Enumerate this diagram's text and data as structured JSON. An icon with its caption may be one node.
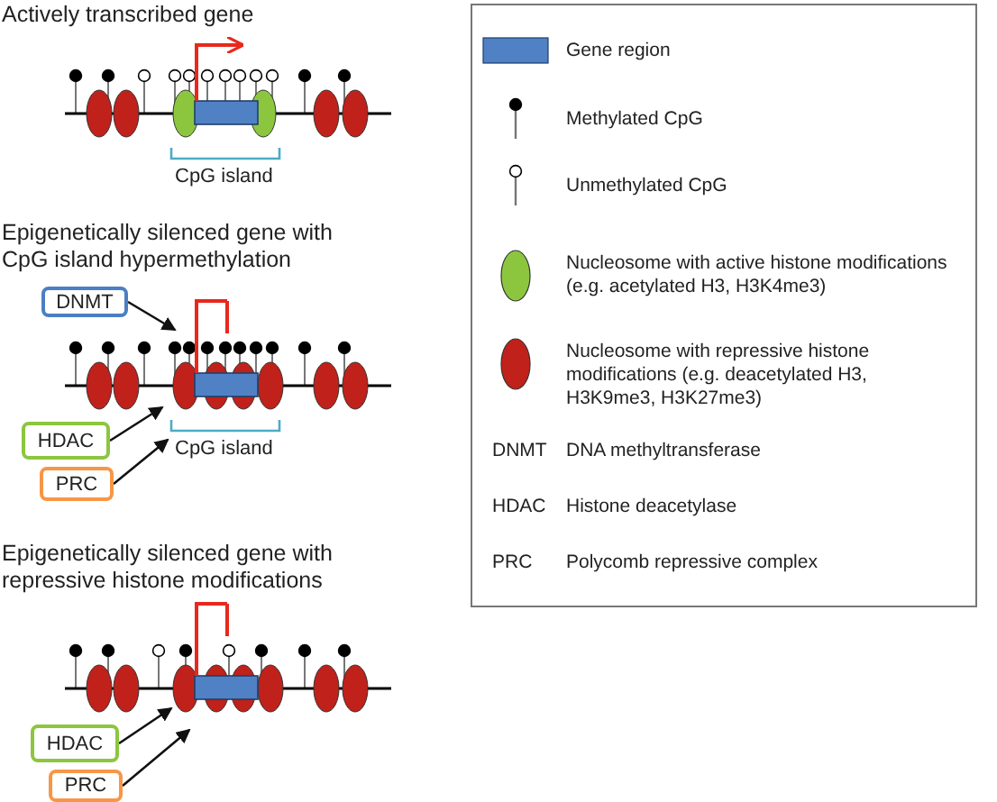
{
  "diagram": {
    "nodes": [
      {
        "text": [
          "DNMT"
        ]
      },
      {
        "text": [],
        "shape": "picture"
      },
      {
        "text": [
          "HDAC"
        ]
      },
      {
        "text": [
          "PRC"
        ]
      },
      {
        "text": [],
        "shape": "picture"
      },
      {
        "text": [
          "HDAC"
        ]
      },
      {
        "text": [
          "PRC"
        ]
      }
    ],
    "edges": [
      {
        "from": 0,
        "to": 1,
        "arrow": "to"
      },
      {
        "from": 2,
        "to": 1,
        "arrow": "to"
      },
      {
        "from": 3,
        "to": 1,
        "arrow": "to"
      },
      {
        "from": 5,
        "to": 4,
        "arrow": "to"
      },
      {
        "from": 6,
        "to": 4,
        "arrow": "to"
      }
    ],
    "labels": [
      "Actively transcribed gene",
      "CpG island",
      "Epigenetically silenced gene with CpG island hypermethylation",
      "CpG island",
      "Epigenetically silenced gene with repressive histone modifications",
      "DNMT",
      "DNA methyltransferase",
      "HDAC",
      "Histone deacetylase",
      "PRC",
      "Polycomb repressive complex"
    ],
    "legend": [
      {
        "text": "Gene region",
        "color": "#4f81c4"
      },
      {
        "text": "Methylated CpG"
      },
      {
        "text": "Unmethylated CpG"
      },
      {
        "text": "Nucleosome with active histone modifications (e.g. acetylated H3, H3K4me3)",
        "color": "#8cc63f"
      },
      {
        "text": "Nucleosome with repressive histone modifications (e.g. deacetylated H3, H3K9me3, H3K27me3)",
        "color": "#c0211a"
      }
    ]
  }
}
